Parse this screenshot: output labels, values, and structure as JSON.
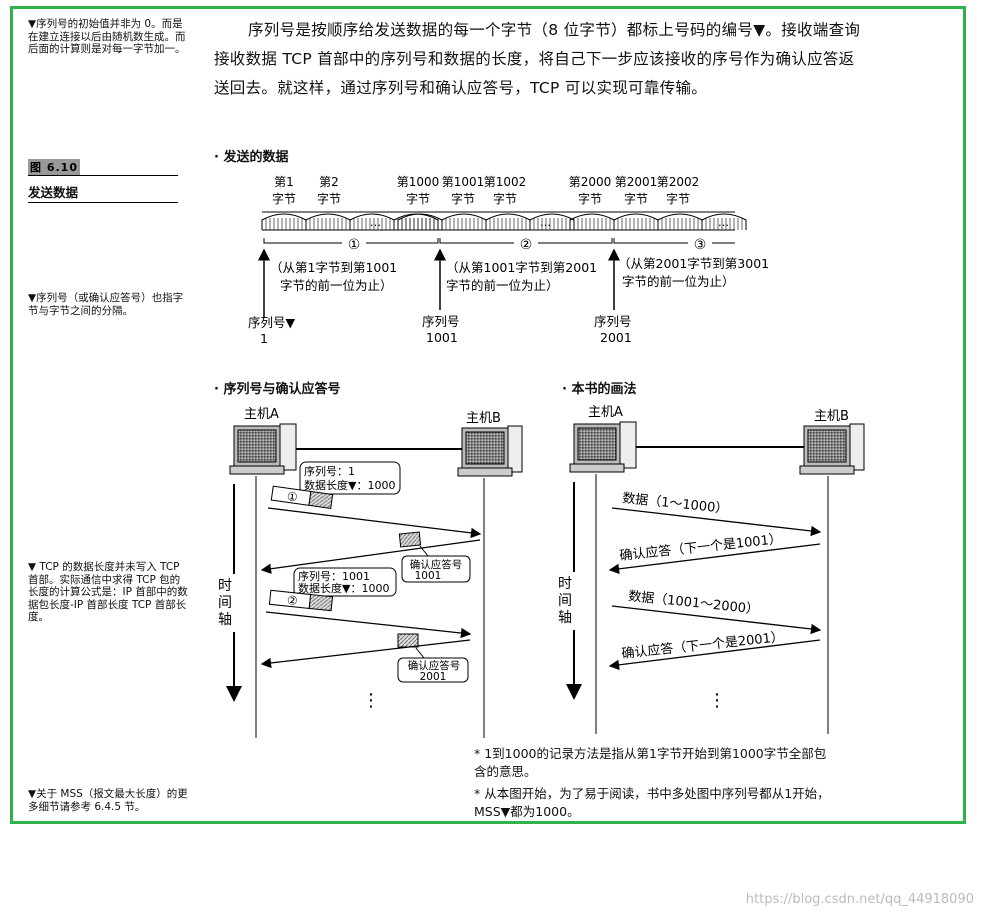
{
  "side_notes": {
    "initial_seq": "▼序列号的初始值并非为 0。而是在建立连接以后由随机数生成。而后面的计算则是对每一字节加一。",
    "seq_boundary": "▼序列号（或确认应答号）也指字节与字节之间的分隔。",
    "tcp_length": "▼ TCP 的数据长度并未写入 TCP 首部。实际通信中求得 TCP 包的长度的计算公式是：IP 首部中的数据包长度-IP 首部长度 TCP 首部长度。",
    "mss": "▼关于 MSS（报文最大长度）的更多细节请参考 6.4.5 节。"
  },
  "figure": {
    "badge": "图 6.10",
    "title": "发送数据"
  },
  "paragraph": "序列号是按顺序给发送数据的每一个字节（8 位字节）都标上号码的编号▼。接收端查询接收数据 TCP 首部中的序列号和数据的长度，将自己下一步应该接收的序号作为确认应答返送回去。就这样，通过序列号和确认应答号，TCP 可以实现可靠传输。",
  "top_diagram": {
    "section_label": "· 发送的数据",
    "byte_labels": [
      {
        "n": "第1",
        "u": "字节"
      },
      {
        "n": "第2",
        "u": "字节"
      },
      {
        "n": "第1000",
        "u": "字节"
      },
      {
        "n": "第1001",
        "u": "字节"
      },
      {
        "n": "第1002",
        "u": "字节"
      },
      {
        "n": "第2000",
        "u": "字节"
      },
      {
        "n": "第2001",
        "u": "字节"
      },
      {
        "n": "第2002",
        "u": "字节"
      }
    ],
    "ellipsis": "…",
    "segments": [
      {
        "num": "①",
        "l1": "（从第1字节到第1001",
        "l2": "字节的前一位为止）"
      },
      {
        "num": "②",
        "l1": "（从第1001字节到第2001",
        "l2": "字节的前一位为止）"
      },
      {
        "num": "③",
        "l1": "（从第2001字节到第3001",
        "l2": "字节的前一位为止）"
      }
    ],
    "seq_markers": [
      {
        "label": "序列号▼",
        "value": "1"
      },
      {
        "label": "序列号",
        "value": "1001"
      },
      {
        "label": "序列号",
        "value": "2001"
      }
    ]
  },
  "left_diagram": {
    "section_label": "· 序列号与确认应答号",
    "host_a": "主机A",
    "host_b": "主机B",
    "time_axis": [
      "时",
      "间",
      "轴"
    ],
    "packet1": {
      "seq": "序列号：1",
      "len": "数据长度▼：1000",
      "num": "①"
    },
    "ack1": {
      "label": "确认应答号",
      "value": "1001"
    },
    "packet2": {
      "seq": "序列号：1001",
      "len": "数据长度▼：1000",
      "num": "②"
    },
    "ack2": {
      "label": "确认应答号",
      "value": "2001"
    },
    "dots": "⋮"
  },
  "right_diagram": {
    "section_label": "· 本书的画法",
    "host_a": "主机A",
    "host_b": "主机B",
    "time_axis": [
      "时",
      "间",
      "轴"
    ],
    "arrows": [
      "数据（1～1000）",
      "确认应答（下一个是1001）",
      "数据（1001～2000）",
      "确认应答（下一个是2001）"
    ],
    "dots": "⋮"
  },
  "notes": [
    "* 1到1000的记录方法是指从第1字节开始到第1000字节全部包含的意思。",
    "* 从本图开始，为了易于阅读，书中多处图中序列号都从1开始，MSS▼都为1000。"
  ],
  "watermark": "https://blog.csdn.net/qq_44918090",
  "colors": {
    "frame": "#2fb24a",
    "badge": "#999999"
  }
}
